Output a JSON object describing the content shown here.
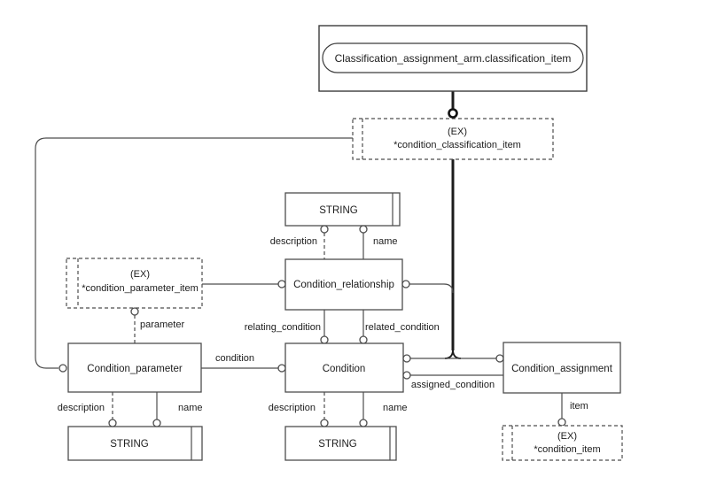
{
  "colors": {
    "background": "#ffffff",
    "line": "#4d4d4d",
    "strong_line": "#1c1c1c",
    "text": "#1c1c1c"
  },
  "schema_ref": {
    "label": "Classification_assignment_arm.classification_item"
  },
  "selects": {
    "condition_classification_item": {
      "tag": "(EX)",
      "name": "*condition_classification_item"
    },
    "condition_parameter_item": {
      "tag": "(EX)",
      "name": "*condition_parameter_item"
    },
    "condition_item": {
      "tag": "(EX)",
      "name": "*condition_item"
    }
  },
  "entities": {
    "condition_relationship": "Condition_relationship",
    "condition_parameter": "Condition_parameter",
    "condition": "Condition",
    "condition_assignment": "Condition_assignment"
  },
  "types": {
    "string_top": "STRING",
    "string_left": "STRING",
    "string_mid": "STRING"
  },
  "attributes": {
    "description_top": "description",
    "name_top": "name",
    "parameter": "parameter",
    "relating_condition": "relating_condition",
    "related_condition": "related_condition",
    "condition": "condition",
    "assigned_condition": "assigned_condition",
    "item": "item",
    "description_left": "description",
    "name_left": "name",
    "description_mid": "description",
    "name_mid": "name"
  }
}
